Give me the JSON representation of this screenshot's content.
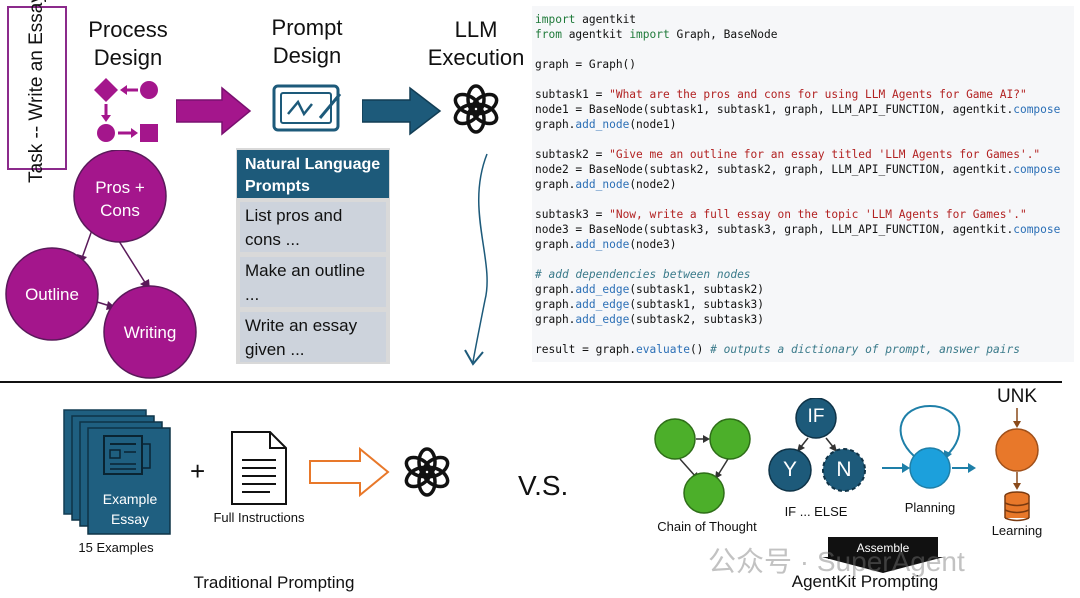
{
  "top": {
    "task_label": "Task -- Write an Essay",
    "process_design": "Process Design",
    "prompt_design": "Prompt Design",
    "llm_execution": "LLM Execution",
    "nodes": {
      "pros_cons": "Pros + Cons",
      "outline": "Outline",
      "writing": "Writing"
    },
    "natural_language_prompts": {
      "header": "Natural Language Prompts",
      "items": [
        "List pros and cons ...",
        "Make an outline ...",
        "Write an essay given ..."
      ]
    }
  },
  "code_lines": [
    "import agentkit",
    "from agentkit import Graph, BaseNode",
    "",
    "graph = Graph()",
    "",
    "subtask1 = \"What are the pros and cons for using LLM Agents for Game AI?\"",
    "node1 = BaseNode(subtask1, subtask1, graph, LLM_API_FUNCTION, agentkit.compose",
    "graph.add_node(node1)",
    "",
    "subtask2 = \"Give me an outline for an essay titled 'LLM Agents for Games'.\"",
    "node2 = BaseNode(subtask2, subtask2, graph, LLM_API_FUNCTION, agentkit.compose",
    "graph.add_node(node2)",
    "",
    "subtask3 = \"Now, write a full essay on the topic 'LLM Agents for Games'.\"",
    "node3 = BaseNode(subtask3, subtask3, graph, LLM_API_FUNCTION, agentkit.compose",
    "graph.add_node(node3)",
    "",
    "# add dependencies between nodes",
    "graph.add_edge(subtask1, subtask2)",
    "graph.add_edge(subtask1, subtask3)",
    "graph.add_edge(subtask2, subtask3)",
    "",
    "result = graph.evaluate() # outputs a dictionary of prompt, answer pairs"
  ],
  "bottom": {
    "example_essay": "Example Essay",
    "examples_count": "15 Examples",
    "plus": "+",
    "full_instructions": "Full Instructions",
    "traditional_prompting": "Traditional Prompting",
    "vs": "V.S.",
    "chain_of_thought": "Chain of Thought",
    "if": "IF",
    "y": "Y",
    "n": "N",
    "if_else": "IF ... ELSE",
    "planning": "Planning",
    "unk": "UNK",
    "learning": "Learning",
    "assemble": "Assemble",
    "agentkit_prompting": "AgentKit Prompting",
    "watermark": "公众号 · SuperAgent"
  },
  "colors": {
    "purple": "#8b2a8b",
    "purple_fill": "#a4168c",
    "teal_arrow": "#1d5a7a",
    "np_header": "#1d5a7a",
    "essay_blue": "#1f5f80",
    "green": "#4caf2a",
    "if_blue": "#1d5a7a",
    "planning_blue": "#1ca0dc",
    "orange": "#e8782a"
  }
}
